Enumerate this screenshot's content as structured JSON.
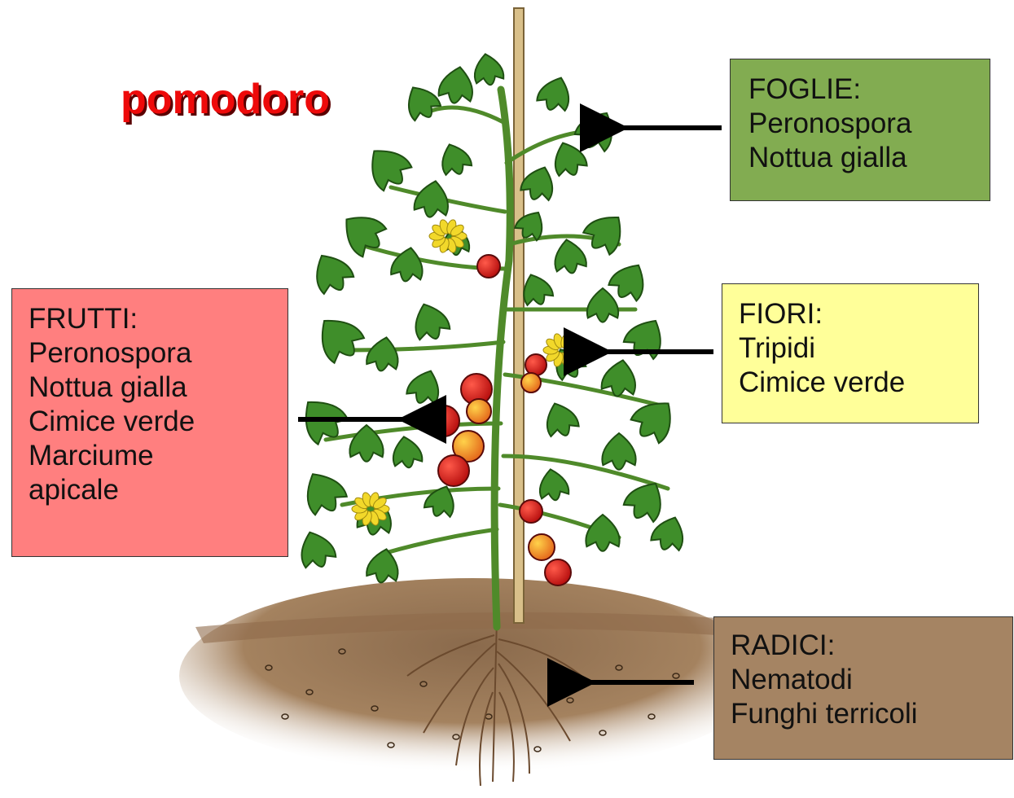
{
  "title": "pomodoro",
  "boxes": {
    "foglie": {
      "lines": [
        "FOGLIE:",
        "Peronospora",
        "Nottua gialla"
      ],
      "color": "#82ac51"
    },
    "frutti": {
      "lines": [
        "FRUTTI:",
        "Peronospora",
        "Nottua gialla",
        "Cimice verde",
        "Marciume",
        "apicale"
      ],
      "color": "#ff7f7f"
    },
    "fiori": {
      "lines": [
        "FIORI:",
        "Tripidi",
        "Cimice verde"
      ],
      "color": "#ffff99"
    },
    "radici": {
      "lines": [
        "RADICI:",
        "Nematodi",
        "Funghi terricoli"
      ],
      "color": "#a58463"
    }
  },
  "colors": {
    "title": "#ee0a0a",
    "leaf": "#3f8e2a",
    "stem": "#4f8a2a",
    "soil": "#9e7a58",
    "fruit_red": "#d81a1a",
    "fruit_orange": "#f08a1e",
    "flower": "#f2d82a",
    "stake": "#d9c08a"
  }
}
